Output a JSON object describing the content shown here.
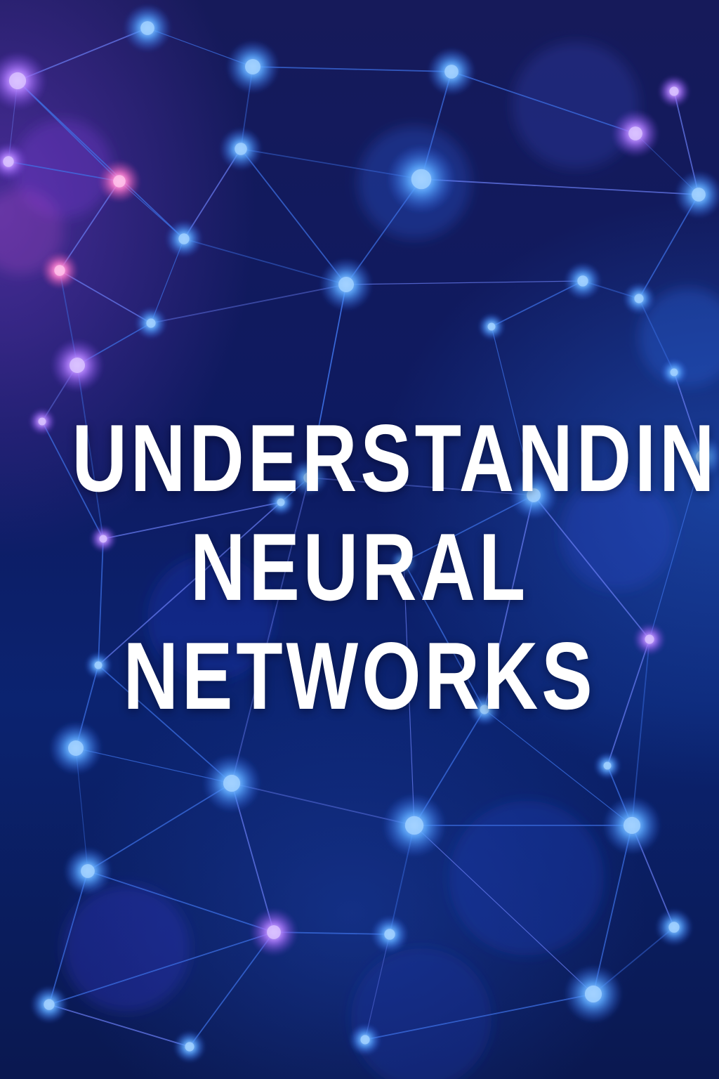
{
  "title_lines": [
    "UNDERSTANDING",
    "NEURAL",
    "NETWORKS"
  ],
  "background": {
    "description_colors": {
      "deep": "#0a1240",
      "blue_node": "#5aa8ff",
      "violet_node": "#b07cff",
      "pink_node": "#ff7ad0",
      "edge": "#4a7ef0"
    }
  }
}
